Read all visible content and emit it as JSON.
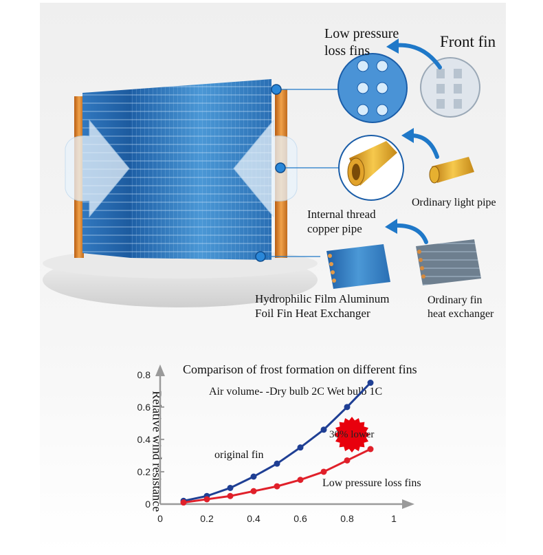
{
  "labels": {
    "low_pressure_fins": "Low pressure\nloss fins",
    "front_fin": "Front fin",
    "internal_thread": "Internal thread\ncopper pipe",
    "ordinary_light_pipe": "Ordinary light pipe",
    "hydrophilic": "Hydrophilic Film Aluminum\nFoil Fin Heat Exchanger",
    "ordinary_fin_hx": "Ordinary fin\nheat exchanger"
  },
  "colors": {
    "series_original": "#1f3f94",
    "series_low": "#e0202a",
    "highlight_badge": "#e8000d",
    "fin_blue": "#3f86c8",
    "copper": "#d9822b",
    "arrow_blue": "#1f78c8"
  },
  "chart_data": {
    "type": "line",
    "title": "Comparison of frost formation on different fins",
    "subtitle": "Air volume- -Dry bulb 2C Wet bulb 1C",
    "xlabel": "",
    "ylabel": "Relative wind resistance",
    "xlim": [
      0,
      1
    ],
    "ylim": [
      0,
      0.85
    ],
    "x_ticks": [
      "0",
      "0.2",
      "0.4",
      "0.6",
      "0.8",
      "1"
    ],
    "y_ticks": [
      "0",
      "0.2",
      "0.4",
      "0.6",
      "0.8"
    ],
    "grid": false,
    "series": [
      {
        "name": "original fin",
        "color": "#1f3f94",
        "x": [
          0.1,
          0.2,
          0.3,
          0.4,
          0.5,
          0.6,
          0.7,
          0.8,
          0.9
        ],
        "y": [
          0.02,
          0.05,
          0.1,
          0.17,
          0.25,
          0.35,
          0.46,
          0.6,
          0.75
        ]
      },
      {
        "name": "Low pressure loss fins",
        "color": "#e0202a",
        "x": [
          0.1,
          0.2,
          0.3,
          0.4,
          0.5,
          0.6,
          0.7,
          0.8,
          0.9
        ],
        "y": [
          0.01,
          0.03,
          0.05,
          0.08,
          0.11,
          0.15,
          0.2,
          0.27,
          0.34
        ]
      }
    ],
    "annotation": "30% lower"
  }
}
